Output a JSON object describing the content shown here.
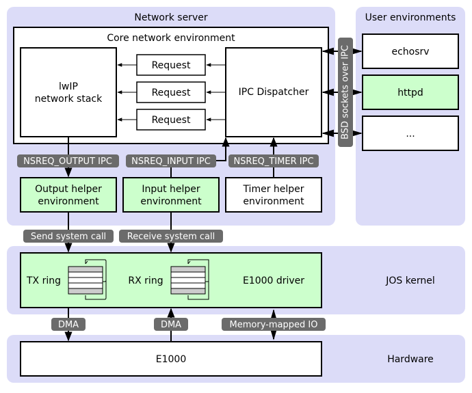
{
  "regions": {
    "network_server": "Network server",
    "user_environments": "User environments",
    "jos_kernel": "JOS kernel",
    "hardware": "Hardware"
  },
  "core": {
    "title": "Core network environment",
    "lwip_line1": "lwIP",
    "lwip_line2": "network stack",
    "requests": [
      "Request",
      "Request",
      "Request"
    ],
    "ipc_dispatcher": "IPC Dispatcher"
  },
  "user_envs": [
    "echosrv",
    "httpd",
    "..."
  ],
  "bsd_label": "BSD sockets over IPC",
  "ipc_labels": {
    "output": "NSREQ_OUTPUT IPC",
    "input": "NSREQ_INPUT IPC",
    "timer": "NSREQ_TIMER IPC"
  },
  "helpers": {
    "output_line1": "Output helper",
    "output_line2": "environment",
    "input_line1": "Input helper",
    "input_line2": "environment",
    "timer_line1": "Timer helper",
    "timer_line2": "environment"
  },
  "syscalls": {
    "send": "Send system call",
    "receive": "Receive system call"
  },
  "kernel": {
    "tx_ring": "TX ring",
    "rx_ring": "RX ring",
    "driver": "E1000 driver"
  },
  "bus": {
    "dma_tx": "DMA",
    "dma_rx": "DMA",
    "mmio": "Memory-mapped IO"
  },
  "hardware_box": "E1000",
  "colors": {
    "region": "#dcdcf8",
    "highlight": "#ccffcc",
    "label_pill": "#6b6b6b"
  }
}
